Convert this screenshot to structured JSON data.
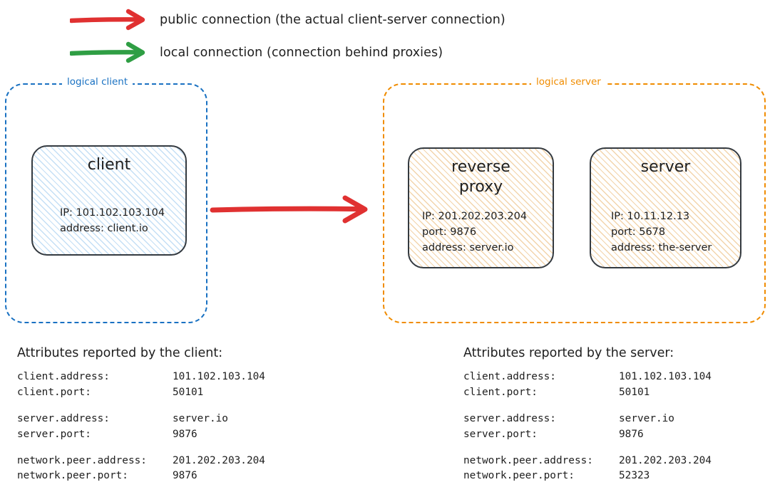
{
  "legend": {
    "items": [
      {
        "icon": "arrow-right-icon",
        "color": "#e03131",
        "label": "public connection (the actual client-server connection)"
      },
      {
        "icon": "arrow-right-icon",
        "color": "#2f9e44",
        "label": "local connection (connection behind proxies)"
      }
    ]
  },
  "diagram": {
    "main_connection": {
      "icon": "arrow-right-icon",
      "color": "#e03131",
      "kind": "public connection"
    },
    "groups": [
      {
        "id": "logical-client",
        "label": "logical client",
        "color": "#1971c2",
        "nodes": [
          {
            "id": "client",
            "title": "client",
            "fill": "#a0cbef",
            "lines": [
              "IP: 101.102.103.104",
              "address: client.io"
            ]
          }
        ]
      },
      {
        "id": "logical-server",
        "label": "logical server",
        "color": "#f08c00",
        "nodes": [
          {
            "id": "reverse-proxy",
            "title": "reverse\nproxy",
            "fill": "#e8b268",
            "lines": [
              "IP: 201.202.203.204",
              "port: 9876",
              "address: server.io"
            ]
          },
          {
            "id": "server",
            "title": "server",
            "fill": "#e8b268",
            "lines": [
              "IP: 10.11.12.13",
              "port: 5678",
              "address: the-server"
            ]
          }
        ]
      }
    ]
  },
  "attributes": {
    "client_report": {
      "heading": "Attributes reported by the client:",
      "rows": [
        {
          "key": "client.address:",
          "value": "101.102.103.104"
        },
        {
          "key": "client.port:",
          "value": "50101"
        },
        {
          "key": "",
          "value": "",
          "spacer": true
        },
        {
          "key": "server.address:",
          "value": "server.io"
        },
        {
          "key": "server.port:",
          "value": "9876"
        },
        {
          "key": "",
          "value": "",
          "spacer": true
        },
        {
          "key": "network.peer.address:",
          "value": "201.202.203.204"
        },
        {
          "key": "network.peer.port:",
          "value": "9876"
        }
      ]
    },
    "server_report": {
      "heading": "Attributes reported by the server:",
      "rows": [
        {
          "key": "client.address:",
          "value": "101.102.103.104"
        },
        {
          "key": "client.port:",
          "value": "50101"
        },
        {
          "key": "",
          "value": "",
          "spacer": true
        },
        {
          "key": "server.address:",
          "value": "server.io"
        },
        {
          "key": "server.port:",
          "value": "9876"
        },
        {
          "key": "",
          "value": "",
          "spacer": true
        },
        {
          "key": "network.peer.address:",
          "value": "201.202.203.204"
        },
        {
          "key": "network.peer.port:",
          "value": "52323"
        }
      ]
    }
  }
}
